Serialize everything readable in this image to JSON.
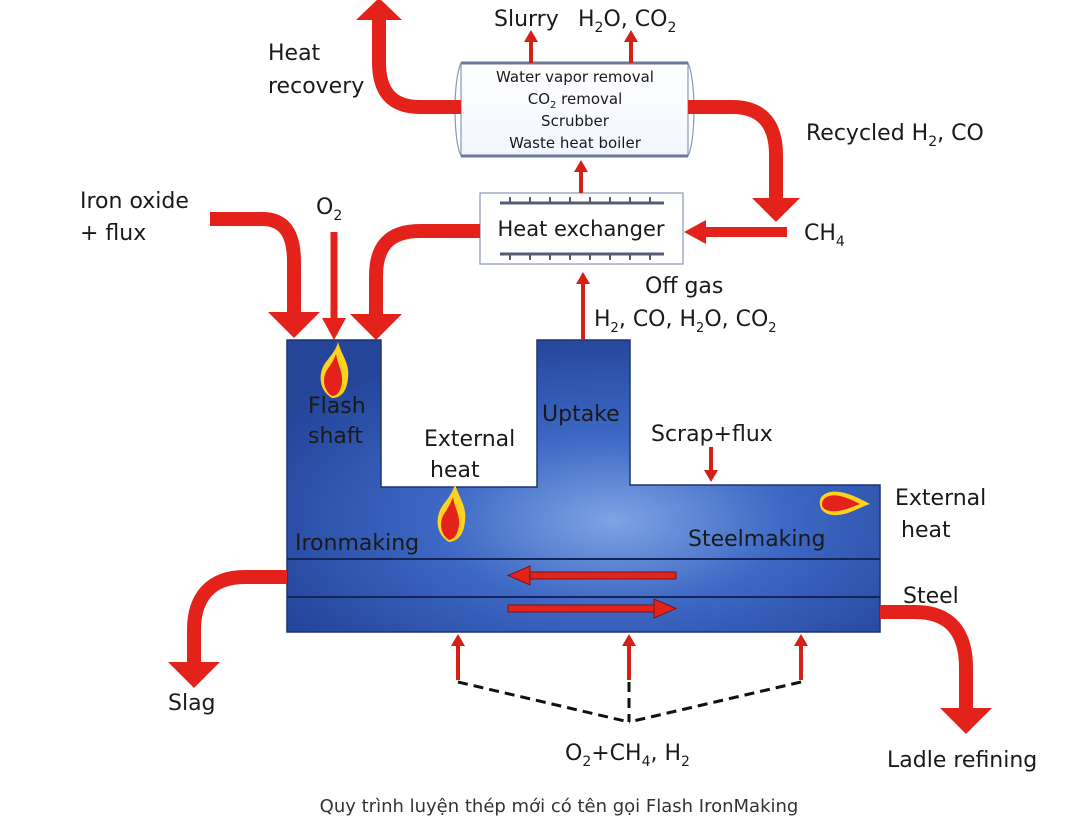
{
  "labels": {
    "heat_recovery": [
      "Heat",
      "recovery"
    ],
    "slurry": "Slurry",
    "h2o_co2": {
      "a": "H",
      "b": "2",
      "c": "O, CO",
      "d": "2"
    },
    "recycled": {
      "a": "Recycled H",
      "b": "2",
      "c": ", CO"
    },
    "iron_oxide": [
      "Iron oxide",
      "+ flux"
    ],
    "o2": {
      "a": "O",
      "b": "2"
    },
    "ch4": {
      "a": "CH",
      "b": "4"
    },
    "off_gas": "Off gas",
    "off_gas_species": {
      "a": "H",
      "b": "2",
      "c": ", CO, H",
      "d": "2",
      "e": "O, CO",
      "f": "2"
    },
    "flash_shaft": [
      "Flash",
      "shaft"
    ],
    "uptake": "Uptake",
    "external_heat_mid": [
      "External",
      "heat"
    ],
    "scrap_flux": "Scrap+flux",
    "external_heat_right": [
      "External",
      "heat"
    ],
    "ironmaking": "Ironmaking",
    "steelmaking": "Steelmaking",
    "slag": "Slag",
    "steel": "Steel",
    "ladle_refining": "Ladle refining",
    "bottom_gas": {
      "a": "O",
      "b": "2",
      "c": "+CH",
      "d": "4",
      "e": ", H",
      "f": "2"
    }
  },
  "gas_treatment_box": {
    "line1": "Water vapor removal",
    "line2": {
      "a": "CO",
      "b": "2",
      "c": " removal"
    },
    "line3": "Scrubber",
    "line4": "Waste heat boiler"
  },
  "heat_exchanger": "Heat exchanger",
  "caption": "Quy trình luyện thép mới có tên gọi Flash IronMaking",
  "colors": {
    "arrow_red": "#e3231b",
    "furnace_blue": "#2f5cb8",
    "flame_yellow": "#ffd21f"
  }
}
